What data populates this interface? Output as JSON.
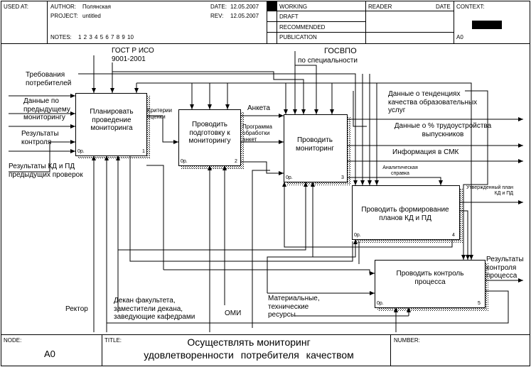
{
  "header": {
    "used_at": "USED AT:",
    "author_label": "AUTHOR:",
    "author": "Полянская",
    "project_label": "PROJECT:",
    "project": "untitled",
    "notes_label": "NOTES:",
    "notes": "1 2 3 4 5 6 7 8 9 10",
    "date_label": "DATE:",
    "date": "12.05.2007",
    "rev_label": "REV:",
    "rev": "12.05.2007",
    "working": "WORKING",
    "draft": "DRAFT",
    "recommended": "RECOMMENDED",
    "publication": "PUBLICATION",
    "reader": "READER",
    "reader_date": "DATE",
    "context": "CONTEXT:",
    "context_node": "A0"
  },
  "activities": [
    {
      "label": "Планировать проведение мониторинга",
      "cost": "0р.",
      "num": "1"
    },
    {
      "label": "Проводить подготовку к мониторингу",
      "cost": "0р.",
      "num": "2"
    },
    {
      "label": "Проводить мониторинг",
      "cost": "0р.",
      "num": "3"
    },
    {
      "label": "Проводить формирование планов КД и ПД",
      "cost": "0р.",
      "num": "4"
    },
    {
      "label": "Проводить контроль процесса",
      "cost": "0р.",
      "num": "5"
    }
  ],
  "arrows": {
    "gost": "ГОСТ Р ИСО 9001-2001",
    "gosvpo": "ГОСВПО",
    "po_spec": "по специальности",
    "trebovaniya": "Требования потребителей",
    "dannye_po": "Данные по предыдущему мониторингу",
    "rezultaty_kontrolya": "Результаты контроля",
    "rezultaty_kd": "Результаты КД и ПД предыдущих проверок",
    "kriterii": "Критерии оценки",
    "anketa": "Анкета",
    "programma": "Программа обработки анкет",
    "tendencii": "Данные о тенденциях качества образовательных услуг",
    "trudoustroistvo": "Данные о % трудоустройства выпускников",
    "smk": "Информация в СМК",
    "analiticheskaya": "Аналитическая справка",
    "utverzhdennyi": "Утвержденный план КД и ПД",
    "rezultaty_kontrolya_processa": "Результаты контроля процесса",
    "materialnye": "Материальные, технические ресурсы",
    "rektor": "Ректор",
    "dekan": "Декан факультета, заместители декана, заведующие кафедрами",
    "omi": "ОМИ"
  },
  "footer": {
    "node_label": "NODE:",
    "node": "A0",
    "title_label": "TITLE:",
    "title_line1": "Осуществлять мониторинг",
    "title_line2": "удовлетворенности потребителя качеством",
    "number_label": "NUMBER:"
  }
}
